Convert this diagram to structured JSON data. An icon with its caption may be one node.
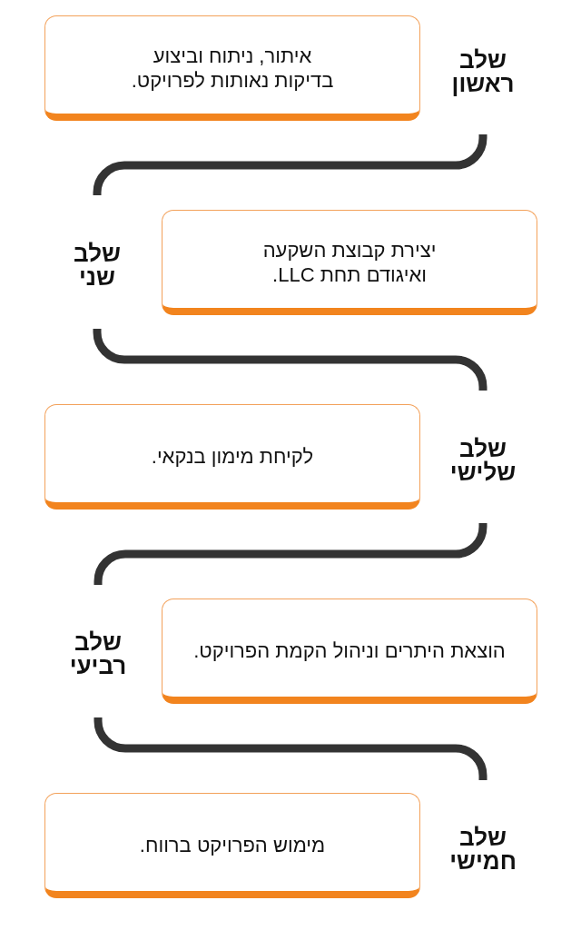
{
  "diagram": {
    "nodes": [
      {
        "text": [
          "שלב ראשון"
        ]
      },
      {
        "text": [
          "איתור, ניתוח וביצוע בדיקות נאותות לפרויקט."
        ]
      },
      {
        "text": [
          "שלב שני"
        ]
      },
      {
        "text": [
          "יצירת קבוצת השקעה ואיגודם תחת LLC."
        ]
      },
      {
        "text": [
          "שלב שלישי"
        ]
      },
      {
        "text": [
          "לקיחת מימון בנקאי."
        ]
      },
      {
        "text": [
          "שלב רביעי"
        ]
      },
      {
        "text": [
          "הוצאת היתרים וניהול הקמת הפרויקט."
        ]
      },
      {
        "text": [
          "שלב חמישי"
        ]
      },
      {
        "text": [
          "מימוש הפרויקט ברווח."
        ]
      }
    ],
    "edges": [
      {
        "from": 0,
        "to": 2,
        "arrow": "none"
      },
      {
        "from": 2,
        "to": 4,
        "arrow": "none"
      },
      {
        "from": 4,
        "to": 6,
        "arrow": "none"
      },
      {
        "from": 6,
        "to": 8,
        "arrow": "none"
      }
    ]
  }
}
